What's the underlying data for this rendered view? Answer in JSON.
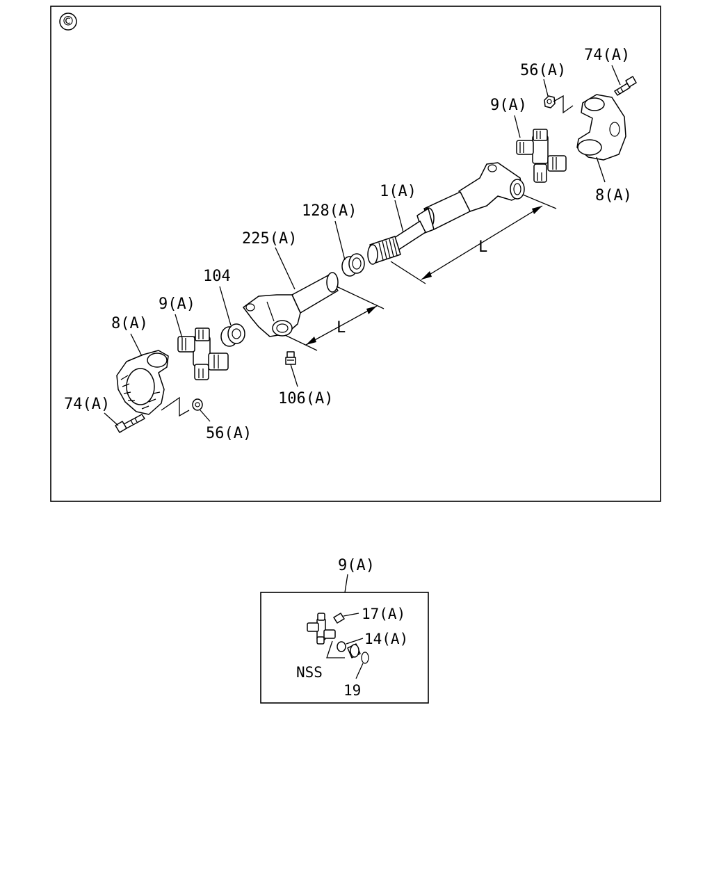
{
  "main_view": {
    "marker": "©",
    "labels": {
      "p74_top": "74(A)",
      "p56_top": "56(A)",
      "p9_top": "9(A)",
      "p8_right": "8(A)",
      "p1": "1(A)",
      "p128": "128(A)",
      "p225": "225(A)",
      "p104": "104",
      "p9_left": "9(A)",
      "p8_left": "8(A)",
      "p74_left": "74(A)",
      "p56_bottom": "56(A)",
      "p106": "106(A)",
      "dim_long": "L",
      "dim_short": "L"
    }
  },
  "detail_view": {
    "title": "9(A)",
    "labels": {
      "p17": "17(A)",
      "p14": "14(A)",
      "nss": "NSS",
      "p19": "19"
    }
  }
}
